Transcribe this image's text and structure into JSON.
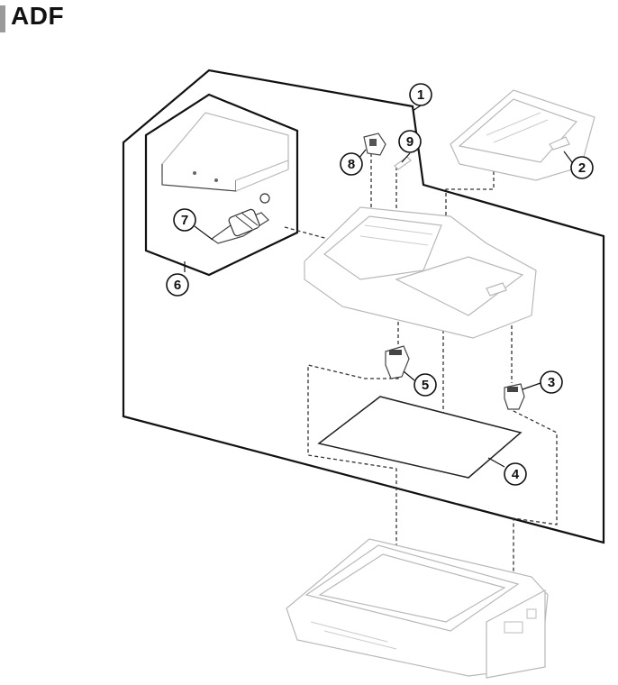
{
  "page": {
    "title": "ADF"
  },
  "callouts": [
    {
      "id": "1",
      "label": "1"
    },
    {
      "id": "2",
      "label": "2"
    },
    {
      "id": "3",
      "label": "3"
    },
    {
      "id": "4",
      "label": "4"
    },
    {
      "id": "5",
      "label": "5"
    },
    {
      "id": "6",
      "label": "6"
    },
    {
      "id": "7",
      "label": "7"
    },
    {
      "id": "8",
      "label": "8"
    },
    {
      "id": "9",
      "label": "9"
    }
  ]
}
